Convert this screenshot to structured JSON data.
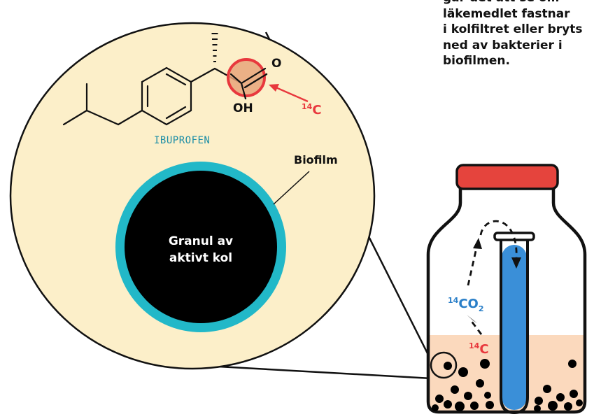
{
  "caption": {
    "lines": [
      "går det att se om",
      "läkemedlet fastnar",
      "i kolfiltret eller bryts",
      "ned av bakterier i",
      "biofilmen."
    ]
  },
  "molecule": {
    "name": "IBUPROFEN",
    "carbonyl_o": "O",
    "hydroxyl": "OH",
    "isotope_mass": "14",
    "isotope_element": "C"
  },
  "granule": {
    "biofilm_label": "Biofilm",
    "core_line1": "Granul av",
    "core_line2": "aktivt kol"
  },
  "bottle": {
    "co2_mass": "14",
    "co2_formula": "CO",
    "co2_subscript": "2",
    "c_mass": "14",
    "c_element": "C"
  },
  "colors": {
    "circle_fill": "#fcefc9",
    "biofilm_ring": "#22b8c8",
    "granule_core": "#000000",
    "label_red": "#e8383d",
    "highlight_fill": "#e7a57a",
    "co2_blue": "#2a7fc8",
    "liquid": "#fbd9bd",
    "tube_blue": "#3a8fd8",
    "cap": "#e5443d"
  }
}
